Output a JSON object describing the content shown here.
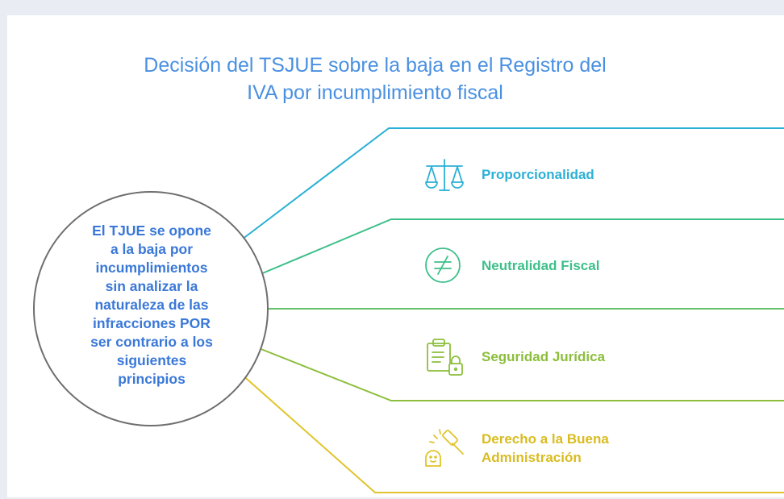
{
  "title": {
    "line1": "Decisión del TSJUE sobre la baja en el Registro del",
    "line2": "IVA por incumplimiento fiscal"
  },
  "center": {
    "lines": [
      "El TJUE se opone",
      "a la baja por",
      "incumplimientos",
      "sin analizar la",
      "naturaleza de las",
      "infracciones POR",
      "ser contrario a los",
      "siguientes",
      "principios"
    ]
  },
  "items": [
    {
      "label": "Proporcionalidad",
      "color": "#2bb0d6",
      "icon": "balance-scale-icon"
    },
    {
      "label": "Neutralidad Fiscal",
      "color": "#3dbf8a",
      "icon": "not-equal-icon"
    },
    {
      "label": "Seguridad Jurídica",
      "color": "#8cbe3c",
      "icon": "clipboard-lock-icon"
    },
    {
      "label_lines": [
        "Derecho a la Buena",
        "Administración"
      ],
      "color": "#e0c42a",
      "icon": "gavel-person-icon"
    }
  ],
  "colors": {
    "title": "#4a90e2",
    "center_text": "#3a78d8",
    "circle_border": "#6e6e6e"
  }
}
